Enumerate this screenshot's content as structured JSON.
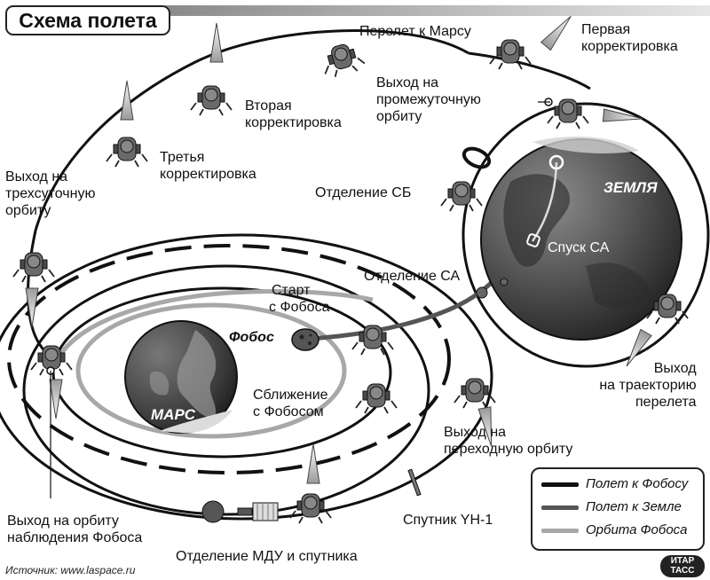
{
  "title": "Схема полета",
  "labels": {
    "perelet_k_marsu": "Перелет к Марсу",
    "pervaya_1": "Первая",
    "pervaya_2": "корректировка",
    "vtoraya_1": "Вторая",
    "vtoraya_2": "корректировка",
    "tretya_1": "Третья",
    "tretya_2": "корректировка",
    "promezh_1": "Выход на",
    "promezh_2": "промежуточную",
    "promezh_3": "орбиту",
    "trehsut_1": "Выход на",
    "trehsut_2": "трехсуточную",
    "trehsut_3": "орбиту",
    "otdelenie_sb": "Отделение СБ",
    "spusk_sa": "Спуск СА",
    "otdelenie_sa": "Отделение СА",
    "start_1": "Старт",
    "start_2": "с Фобоса",
    "sblizh_1": "Сближение",
    "sblizh_2": "с Фобосом",
    "perehod_1": "Выход на",
    "perehod_2": "переходную орбиту",
    "traekt_1": "Выход",
    "traekt_2": "на траекторию",
    "traekt_3": "перелета",
    "nabl_1": "Выход на орбиту",
    "nabl_2": "наблюдения Фобоса",
    "mdu": "Отделение МДУ и спутника",
    "sputnik": "Спутник YH-1"
  },
  "bodies": {
    "earth": "ЗЕМЛЯ",
    "mars": "МАРС",
    "phobos": "Фобос"
  },
  "legend": [
    {
      "label": "Полет к Фобосу",
      "color": "#111111"
    },
    {
      "label": "Полет к Земле",
      "color": "#555555"
    },
    {
      "label": "Орбита Фобоса",
      "color": "#a8a8a8"
    }
  ],
  "source": "Источник: www.laspace.ru",
  "agency": {
    "line1": "ИТАР",
    "line2": "ТАСС"
  },
  "icons": [
    "spacecraft-icon",
    "engine-plume-icon",
    "sb-ring-icon",
    "mdu-module-icon",
    "satellite-yh1-icon"
  ]
}
